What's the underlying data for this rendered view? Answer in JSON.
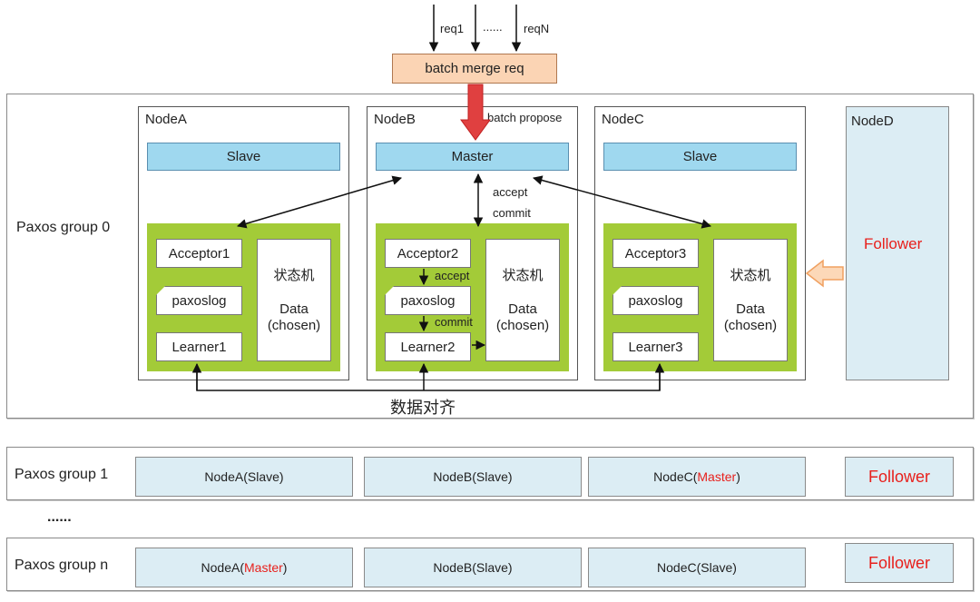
{
  "requests": {
    "first": "req1",
    "dots": "......",
    "last": "reqN",
    "batch": "batch  merge req",
    "propose": "batch propose"
  },
  "group0": {
    "label": "Paxos group 0",
    "nodes": [
      {
        "name": "NodeA",
        "role": "Slave",
        "acceptor": "Acceptor1",
        "log": "paxoslog",
        "learner": "Learner1",
        "sm": "状态机",
        "data": "Data",
        "chosen": "(chosen)"
      },
      {
        "name": "NodeB",
        "role": "Master",
        "acceptor": "Acceptor2",
        "log": "paxoslog",
        "learner": "Learner2",
        "sm": "状态机",
        "data": "Data",
        "chosen": "(chosen)"
      },
      {
        "name": "NodeC",
        "role": "Slave",
        "acceptor": "Acceptor3",
        "log": "paxoslog",
        "learner": "Learner3",
        "sm": "状态机",
        "data": "Data",
        "chosen": "(chosen)"
      }
    ],
    "nodeD": {
      "name": "NodeD",
      "role": "Follower"
    },
    "master_accept": "accept",
    "master_commit": "commit",
    "inner_accept": "accept",
    "inner_commit": "commit",
    "align": "数据对齐"
  },
  "group1": {
    "label": "Paxos group 1",
    "a_prefix": "NodeA(",
    "a_role": "Slave",
    "a_suffix": ")",
    "b_prefix": "NodeB(",
    "b_role": "Slave",
    "b_suffix": ")",
    "c_prefix": "NodeC(",
    "c_role": "Master",
    "c_suffix": ")",
    "follower": "Follower"
  },
  "ellipsis": "......",
  "groupN": {
    "label": "Paxos group n",
    "a_prefix": "NodeA(",
    "a_role": "Master",
    "a_suffix": ")",
    "b_prefix": "NodeB(",
    "b_role": "Slave",
    "b_suffix": ")",
    "c_prefix": "NodeC(",
    "c_role": "Slave",
    "c_suffix": ")",
    "follower": "Follower"
  },
  "colors": {
    "role_bar": "#9fd8ef",
    "green_panel": "#a3cb38",
    "follower_bg": "#dcedf4",
    "highlight_red": "#e8201c",
    "batch_bg": "#fbd4b4",
    "propose_arrow": "#e04040",
    "follower_arrow": "#f5b27a"
  }
}
